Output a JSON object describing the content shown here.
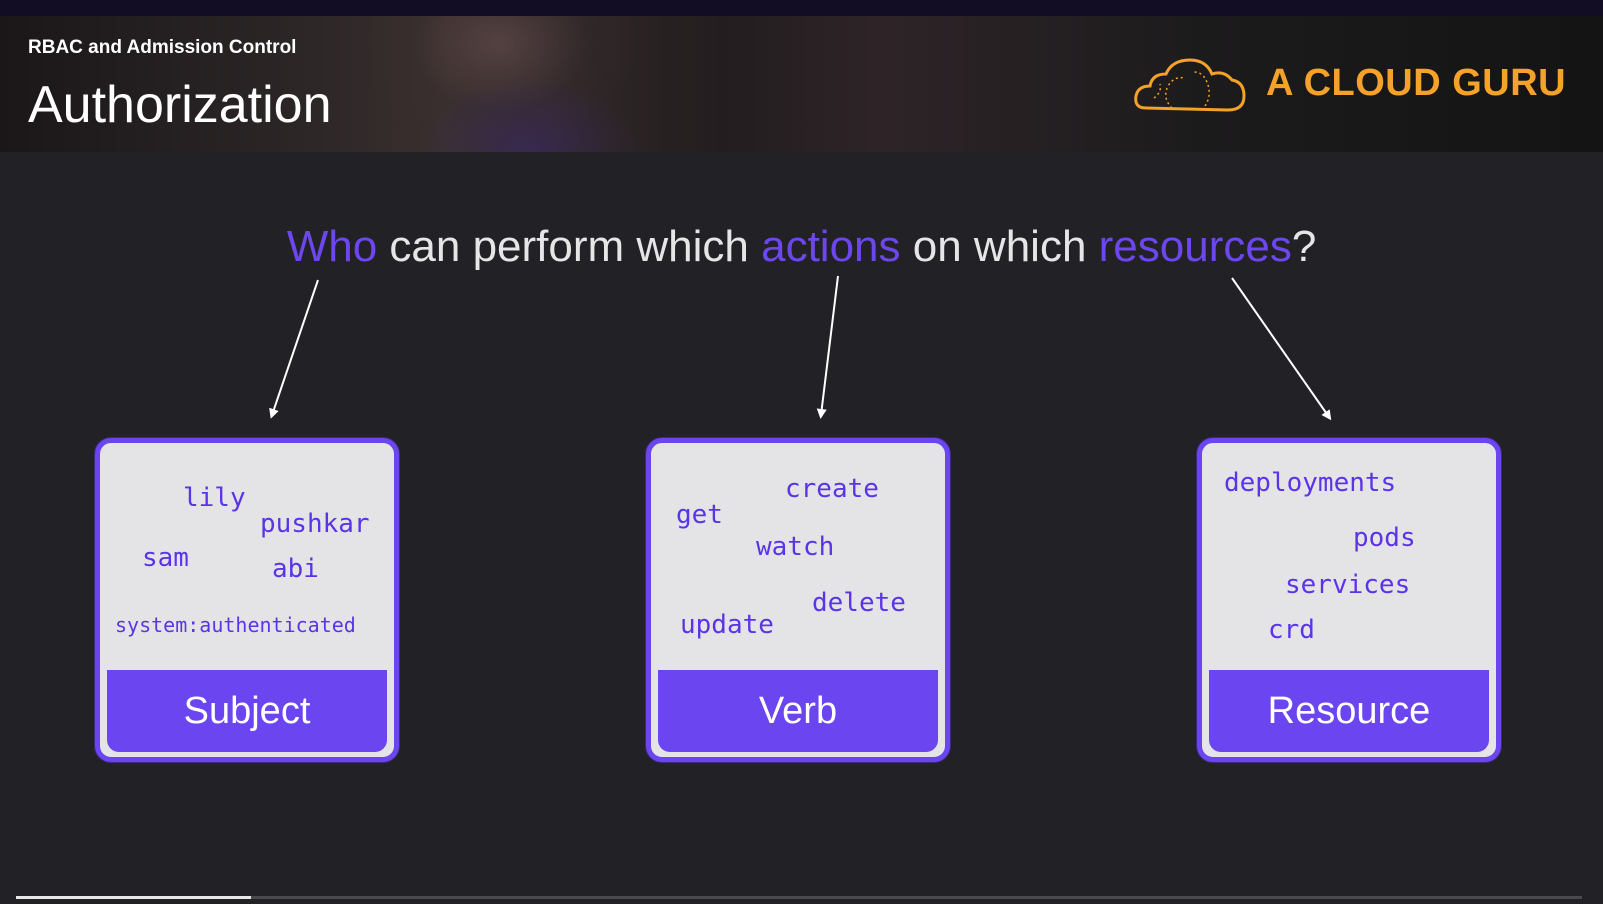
{
  "header": {
    "course_title": "RBAC and Admission Control",
    "slide_title": "Authorization",
    "logo": {
      "text": "A CLOUD GURU",
      "icon": "cloud-logo-icon",
      "color": "#f4a229"
    }
  },
  "question": {
    "who": "Who",
    "part1": " can perform which ",
    "actions": "actions",
    "part2": " on which ",
    "resources": "resources",
    "end": "?",
    "highlight_color": "#6d47ee"
  },
  "cards": {
    "subject": {
      "label": "Subject",
      "terms": [
        "lily",
        "pushkar",
        "sam",
        "abi",
        "system:authenticated"
      ]
    },
    "verb": {
      "label": "Verb",
      "terms": [
        "create",
        "get",
        "watch",
        "delete",
        "update"
      ]
    },
    "resource": {
      "label": "Resource",
      "terms": [
        "deployments",
        "pods",
        "services",
        "crd"
      ]
    }
  },
  "playback": {
    "progress": 0.15
  },
  "colors": {
    "accent": "#6a45f0",
    "card_bg": "#e4e4e6",
    "background": "#222226"
  }
}
